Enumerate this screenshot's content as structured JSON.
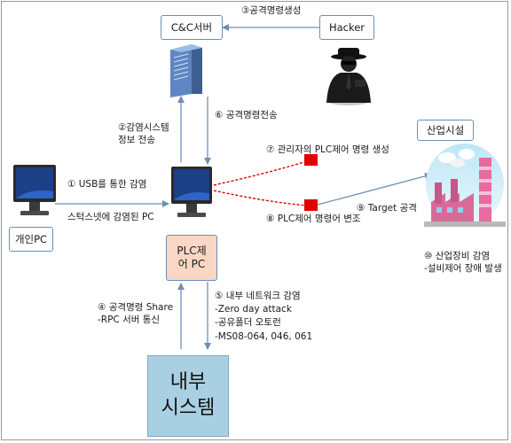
{
  "nodes": {
    "cc_server": "C&C서버",
    "hacker": "Hacker",
    "personal_pc": "개인PC",
    "plc_pc": "PLC제\n어 PC",
    "industrial": "산업시설",
    "internal_system": "내부\n시스템"
  },
  "labels": {
    "step3": "③공격명령생성",
    "step2": "②감염시스템\n정보 전송",
    "step6": "⑥ 공격명령전송",
    "step1": "① USB를 통한 감염",
    "stuxnet": "스턱스넷에 감염된 PC",
    "step7": "⑦ 관리자의 PLC제어 명령 생성",
    "step8": "⑧ PLC제어 명령어 변조",
    "step9": "⑨ Target 공격",
    "step10": "⑩ 산업장비 감염\n-설비제어 장애 발생",
    "step4": "④ 공격명령 Share\n-RPC 서버 통신",
    "step5": "⑤ 내부 네트워크 감염\n-Zero day attack\n-공유폴더 오토런\n-MS08-064, 046, 061"
  },
  "colors": {
    "box_border": "#6b8fb5",
    "arrow": "#6f8fb3",
    "attack": "#e00000",
    "plc_fill": "#f9d7c4",
    "internal_fill": "#a9cfe3"
  },
  "icons": {
    "server": "server-tower-icon",
    "hacker": "hacker-figure-icon",
    "monitor": "desktop-monitor-icon",
    "factory": "factory-icon"
  }
}
